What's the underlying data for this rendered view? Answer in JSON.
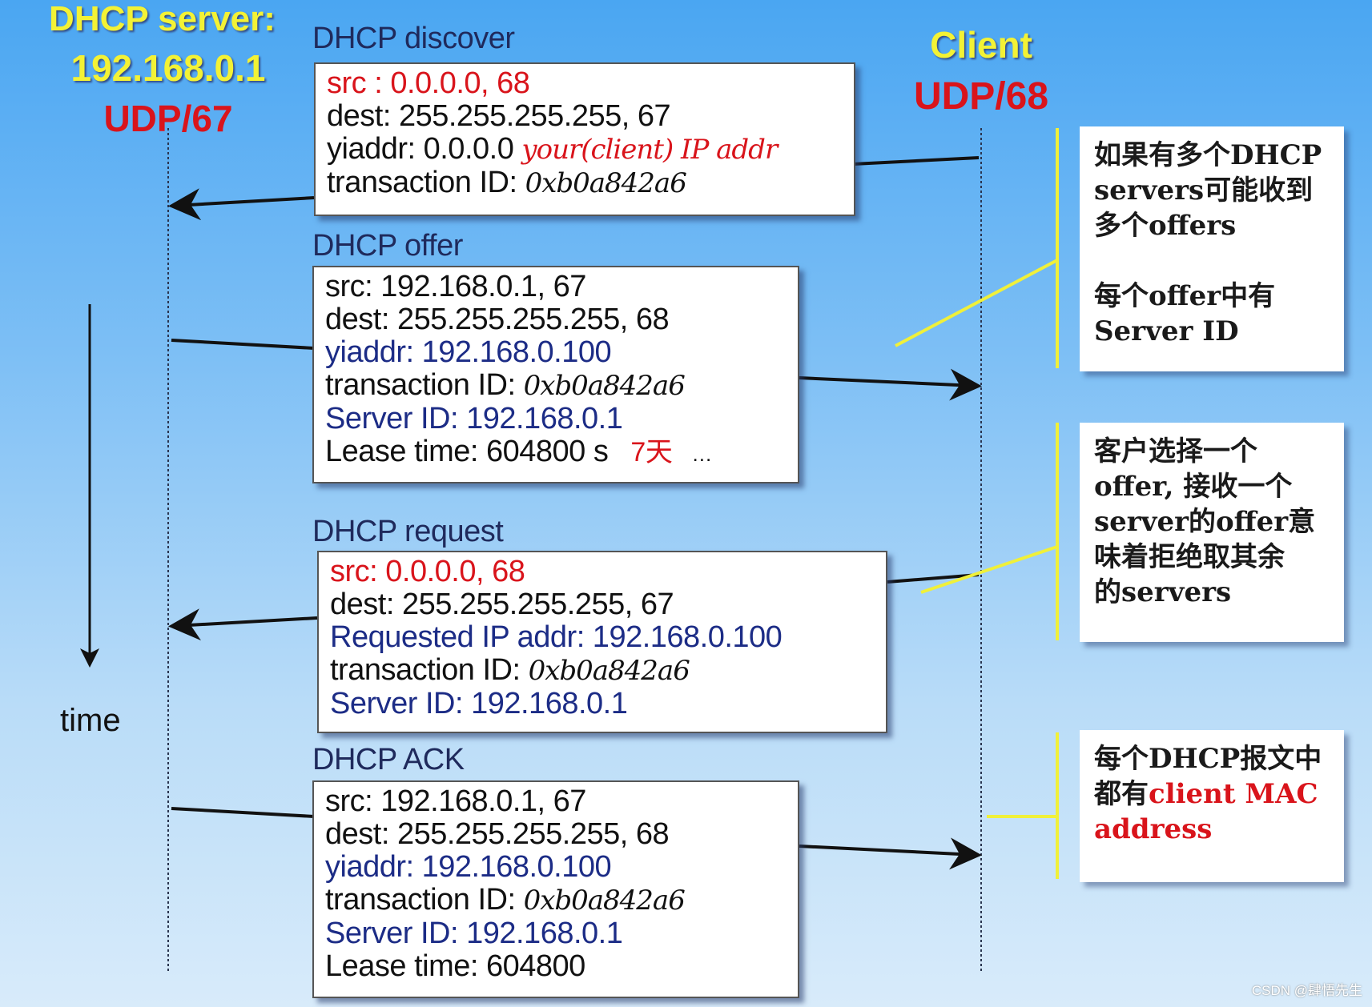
{
  "server": {
    "title": "DHCP server:",
    "ip": "192.168.0.1",
    "port": "UDP/67"
  },
  "client": {
    "title": "Client",
    "port": "UDP/68"
  },
  "time_label": "time",
  "messages": {
    "discover": {
      "title": "DHCP discover",
      "src": "src : 0.0.0.0, 68",
      "dest": "dest: 255.255.255.255, 67",
      "yiaddr": "yiaddr: 0.0.0.0",
      "yiaddr_note": "your(client) IP addr",
      "xid_label": "transaction ID: ",
      "xid": "0xb0a842a6"
    },
    "offer": {
      "title": "DHCP offer",
      "src": "src: 192.168.0.1, 67",
      "dest": "dest: 255.255.255.255, 68",
      "yiaddr": "yiaddr: 192.168.0.100",
      "xid_label": "transaction ID: ",
      "xid": "0xb0a842a6",
      "server_id": "Server ID: 192.168.0.1",
      "lease": "Lease time: 604800 s",
      "lease_note": "7天",
      "ellipsis": "…"
    },
    "request": {
      "title": "DHCP request",
      "src": "src: 0.0.0.0, 68",
      "dest": "dest: 255.255.255.255, 67",
      "requested": "Requested IP addr: 192.168.0.100",
      "xid_label": "transaction ID: ",
      "xid": "0xb0a842a6",
      "server_id": "Server ID: 192.168.0.1"
    },
    "ack": {
      "title": "DHCP ACK",
      "src": "src: 192.168.0.1, 67",
      "dest": "dest: 255.255.255.255, 68",
      "yiaddr": "yiaddr: 192.168.0.100",
      "xid_label": "transaction ID: ",
      "xid": "0xb0a842a6",
      "server_id": "Server ID: 192.168.0.1",
      "lease": "Lease time: 604800"
    }
  },
  "notes": {
    "note1": {
      "line1": "如果有多个DHCP",
      "line2": "servers可能收到",
      "line3": "多个offers",
      "line4": "每个offer中有",
      "line5": "Server ID"
    },
    "note2": {
      "line1": "客户选择一个",
      "line2": "offer, 接收一个",
      "line3": "server的offer意",
      "line4": "味着拒绝取其余",
      "line5": "的servers"
    },
    "note3": {
      "line1": "每个DHCP报文中",
      "line2": "都有",
      "line2_red": "client MAC",
      "line3_red": "address"
    }
  },
  "watermark": "CSDN @肆悟先生",
  "colors": {
    "field_red": "#d9141b",
    "field_blue": "#1c2c86",
    "header_yellow": "#f3f235",
    "connector_yellow": "#f0f03a"
  }
}
